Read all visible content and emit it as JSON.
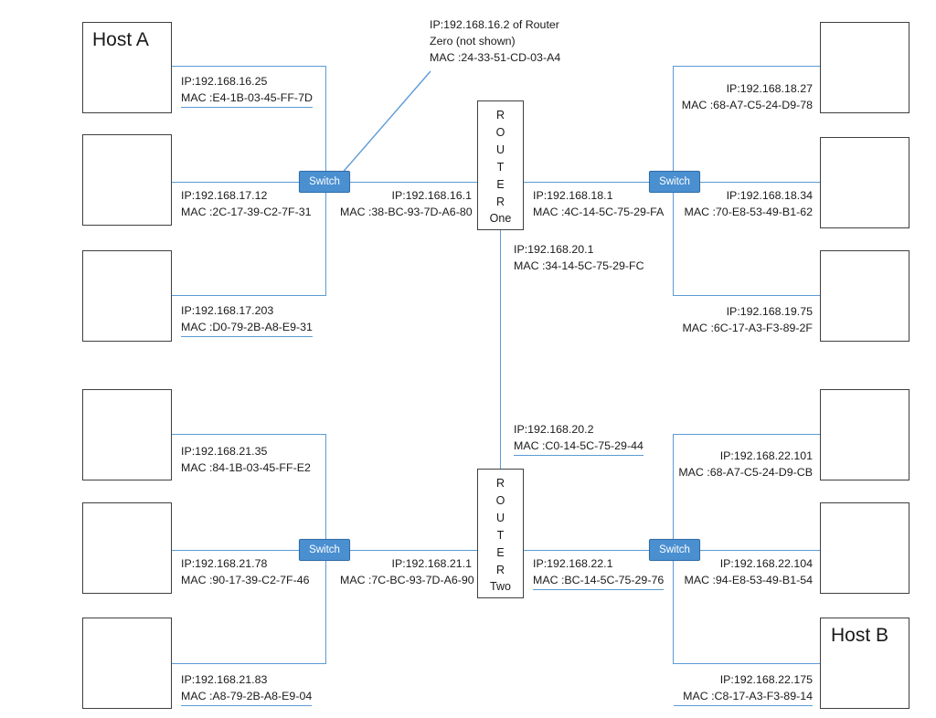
{
  "diagram": {
    "title": "Network topology with two routers, four switches and twelve hosts",
    "colors": {
      "wire": "#5b9bd5",
      "switch_fill": "#4a8fd0",
      "switch_text": "#ffffff",
      "box_border": "#3f3f3f",
      "text": "#1a1a1a"
    }
  },
  "annotations": {
    "router_zero_note": {
      "line1": "IP:192.168.16.2 of Router",
      "line2": "Zero (not shown)",
      "line3": "MAC :24-33-51-CD-03-A4"
    }
  },
  "switches": [
    {
      "id": "switch-top-left",
      "label": "Switch"
    },
    {
      "id": "switch-top-right",
      "label": "Switch"
    },
    {
      "id": "switch-bottom-left",
      "label": "Switch"
    },
    {
      "id": "switch-bottom-right",
      "label": "Switch"
    }
  ],
  "routers": [
    {
      "id": "router-one",
      "letters": [
        "R",
        "O",
        "U",
        "T",
        "E",
        "R"
      ],
      "name": "One",
      "interfaces": {
        "west": {
          "ip": "IP:192.168.16.1",
          "mac": "MAC :38-BC-93-7D-A6-80"
        },
        "east": {
          "ip": "IP:192.168.18.1",
          "mac": "MAC :4C-14-5C-75-29-FA"
        },
        "south": {
          "ip": "IP:192.168.20.1",
          "mac": "MAC :34-14-5C-75-29-FC"
        }
      }
    },
    {
      "id": "router-two",
      "letters": [
        "R",
        "O",
        "U",
        "T",
        "E",
        "R"
      ],
      "name": "Two",
      "interfaces": {
        "north": {
          "ip": "IP:192.168.20.2",
          "mac": "MAC :C0-14-5C-75-29-44"
        },
        "west": {
          "ip": "IP:192.168.21.1",
          "mac": "MAC :7C-BC-93-7D-A6-90"
        },
        "east": {
          "ip": "IP:192.168.22.1",
          "mac": "MAC :BC-14-5C-75-29-76"
        }
      }
    }
  ],
  "hosts": {
    "top_left": [
      {
        "id": "host-a",
        "title": "Host A",
        "ip": "IP:192.168.16.25",
        "mac": "MAC :E4-1B-03-45-FF-7D"
      },
      {
        "id": "host-tl-2",
        "title": "",
        "ip": "IP:192.168.17.12",
        "mac": "MAC :2C-17-39-C2-7F-31"
      },
      {
        "id": "host-tl-3",
        "title": "",
        "ip": "IP:192.168.17.203",
        "mac": "MAC :D0-79-2B-A8-E9-31"
      }
    ],
    "top_right": [
      {
        "id": "host-tr-1",
        "title": "",
        "ip": "IP:192.168.18.27",
        "mac": "MAC :68-A7-C5-24-D9-78"
      },
      {
        "id": "host-tr-2",
        "title": "",
        "ip": "IP:192.168.18.34",
        "mac": "MAC :70-E8-53-49-B1-62"
      },
      {
        "id": "host-tr-3",
        "title": "",
        "ip": "IP:192.168.19.75",
        "mac": "MAC :6C-17-A3-F3-89-2F"
      }
    ],
    "bottom_left": [
      {
        "id": "host-bl-1",
        "title": "",
        "ip": "IP:192.168.21.35",
        "mac": "MAC :84-1B-03-45-FF-E2"
      },
      {
        "id": "host-bl-2",
        "title": "",
        "ip": "IP:192.168.21.78",
        "mac": "MAC :90-17-39-C2-7F-46"
      },
      {
        "id": "host-bl-3",
        "title": "",
        "ip": "IP:192.168.21.83",
        "mac": "MAC :A8-79-2B-A8-E9-04"
      }
    ],
    "bottom_right": [
      {
        "id": "host-br-1",
        "title": "",
        "ip": "IP:192.168.22.101",
        "mac": "MAC :68-A7-C5-24-D9-CB"
      },
      {
        "id": "host-br-2",
        "title": "",
        "ip": "IP:192.168.22.104",
        "mac": "MAC :94-E8-53-49-B1-54"
      },
      {
        "id": "host-b",
        "title": "Host B",
        "ip": "IP:192.168.22.175",
        "mac": "MAC :C8-17-A3-F3-89-14"
      }
    ]
  }
}
